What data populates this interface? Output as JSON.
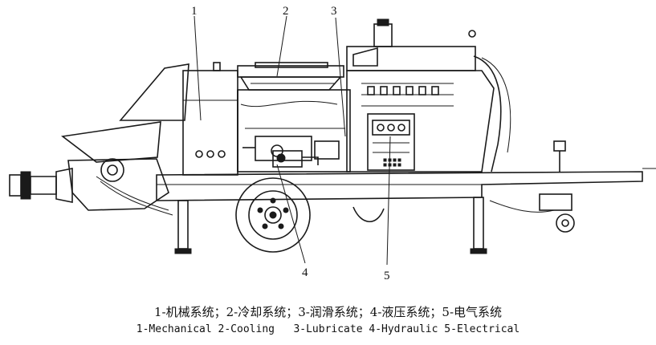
{
  "callouts": [
    {
      "id": "1",
      "label": "1"
    },
    {
      "id": "2",
      "label": "2"
    },
    {
      "id": "3",
      "label": "3"
    },
    {
      "id": "4",
      "label": "4"
    },
    {
      "id": "5",
      "label": "5"
    }
  ],
  "caption": {
    "chinese": "1-机械系统；2-冷却系统；3-润滑系统；4-液压系统；5-电气系统",
    "english": "1-Mechanical 2-Cooling   3-Lubricate 4-Hydraulic 5-Electrical"
  }
}
